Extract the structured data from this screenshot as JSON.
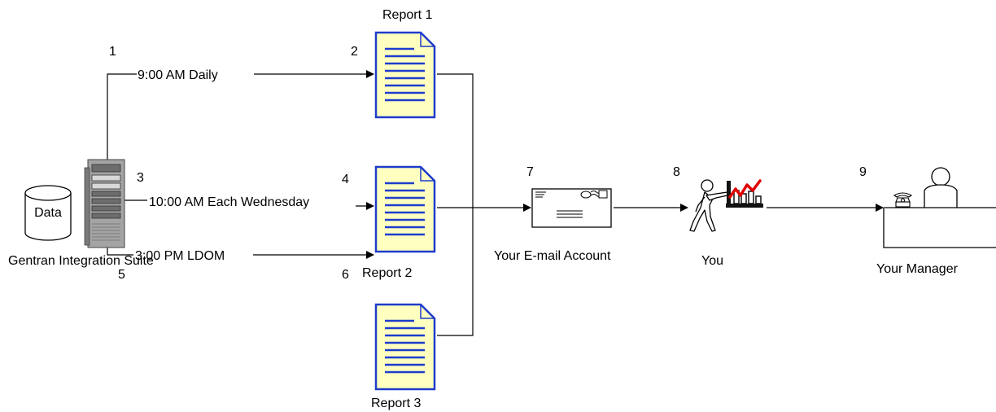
{
  "source": {
    "db_label": "Data",
    "system_label": "Gentran Integration Suite"
  },
  "steps": [
    "1",
    "2",
    "3",
    "4",
    "5",
    "6",
    "7",
    "8",
    "9"
  ],
  "schedules": {
    "daily": "9:00 AM Daily",
    "weekly": "10:00 AM Each Wednesday",
    "monthly": "3:00 PM LDOM"
  },
  "reports": {
    "r1": "Report 1",
    "r2": "Report 2",
    "r3": "Report 3"
  },
  "destinations": {
    "email": "Your E-mail Account",
    "you": "You",
    "manager": "Your Manager"
  },
  "colors": {
    "doc_fill": "#ffffc0",
    "doc_stroke": "#1e3ccc",
    "doc_lines": "#1e3ccc",
    "server_body": "#9a9a9a",
    "chart_line": "#e00000",
    "line": "#000000"
  },
  "icons": [
    "database-icon",
    "server-icon",
    "document-icon",
    "envelope-icon",
    "person-icon",
    "chart-icon",
    "phone-icon",
    "manager-icon"
  ]
}
